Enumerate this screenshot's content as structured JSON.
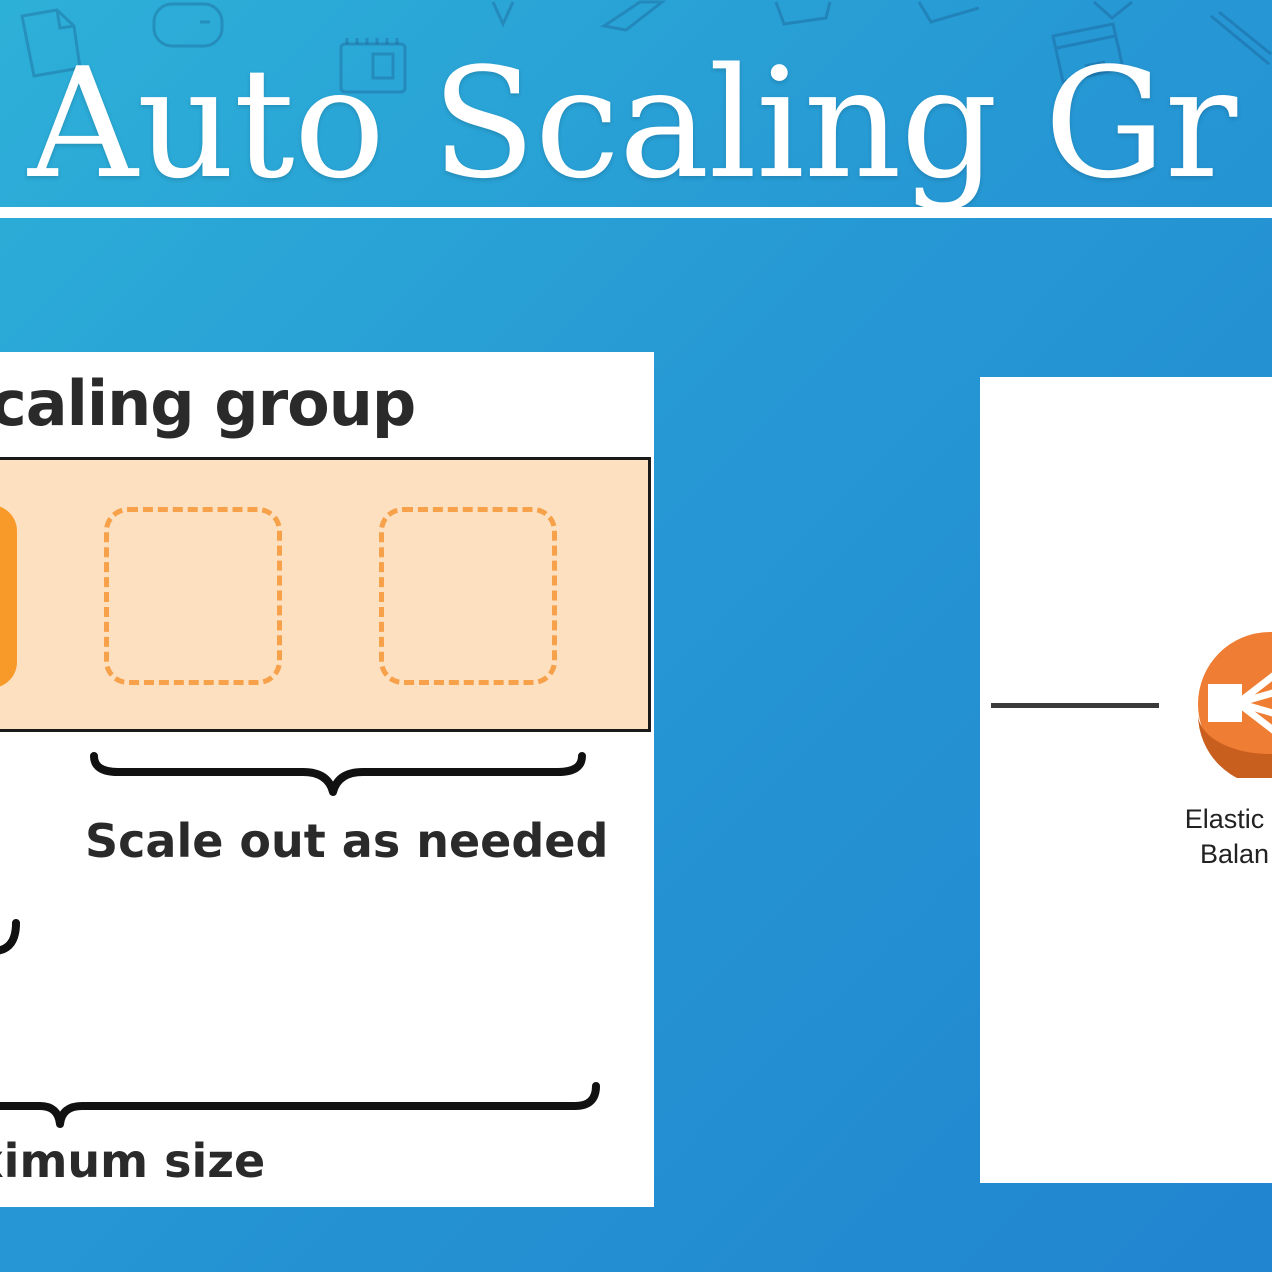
{
  "slide": {
    "title": "Auto Scaling Gr"
  },
  "diagram": {
    "group_label": "caling group",
    "scale_out_label": "Scale out as needed",
    "max_size_label": "ximum size",
    "colors": {
      "group_fill": "#fde0c0",
      "instance_orange": "#f89a2a",
      "dashed_orange": "#f7a14a",
      "elb_orange": "#ef7d33"
    }
  },
  "load_balancer": {
    "label_line1": "Elastic",
    "label_line2": "Balan",
    "icon": "load-balancer-icon"
  },
  "background_icons": [
    "document-icon",
    "mouse-icon",
    "circuit-board-icon",
    "pencil-icon",
    "ruler-icon",
    "notepad-icon",
    "credit-card-icon"
  ]
}
